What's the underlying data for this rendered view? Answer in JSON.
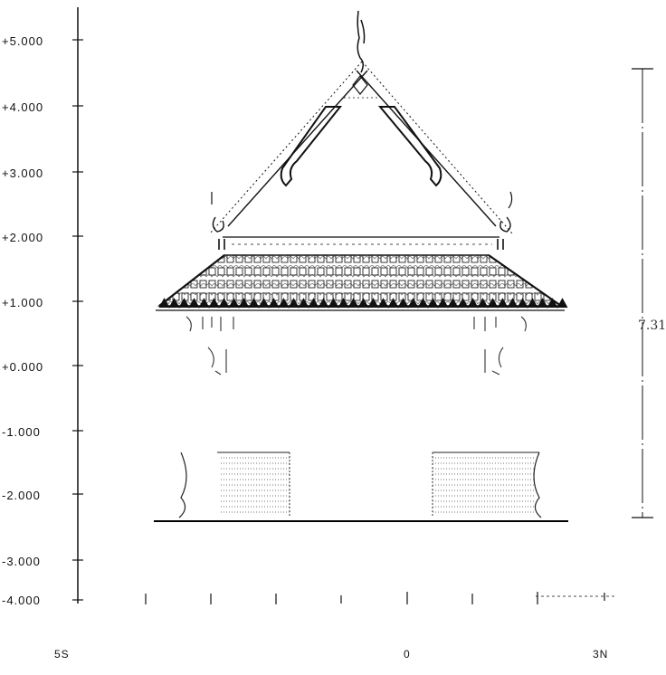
{
  "elevation": {
    "levels": [
      "+5.000",
      "+4.000",
      "+3.000",
      "+2.000",
      "+1.000",
      "+0.000",
      "-1.000",
      "-2.000",
      "-3.000",
      "-4.000"
    ],
    "x_labels": {
      "left": "5S",
      "center": "0",
      "right": "3N"
    },
    "dimension_label": "7.31"
  },
  "colors": {
    "ink": "#111111",
    "paper": "#ffffff"
  }
}
